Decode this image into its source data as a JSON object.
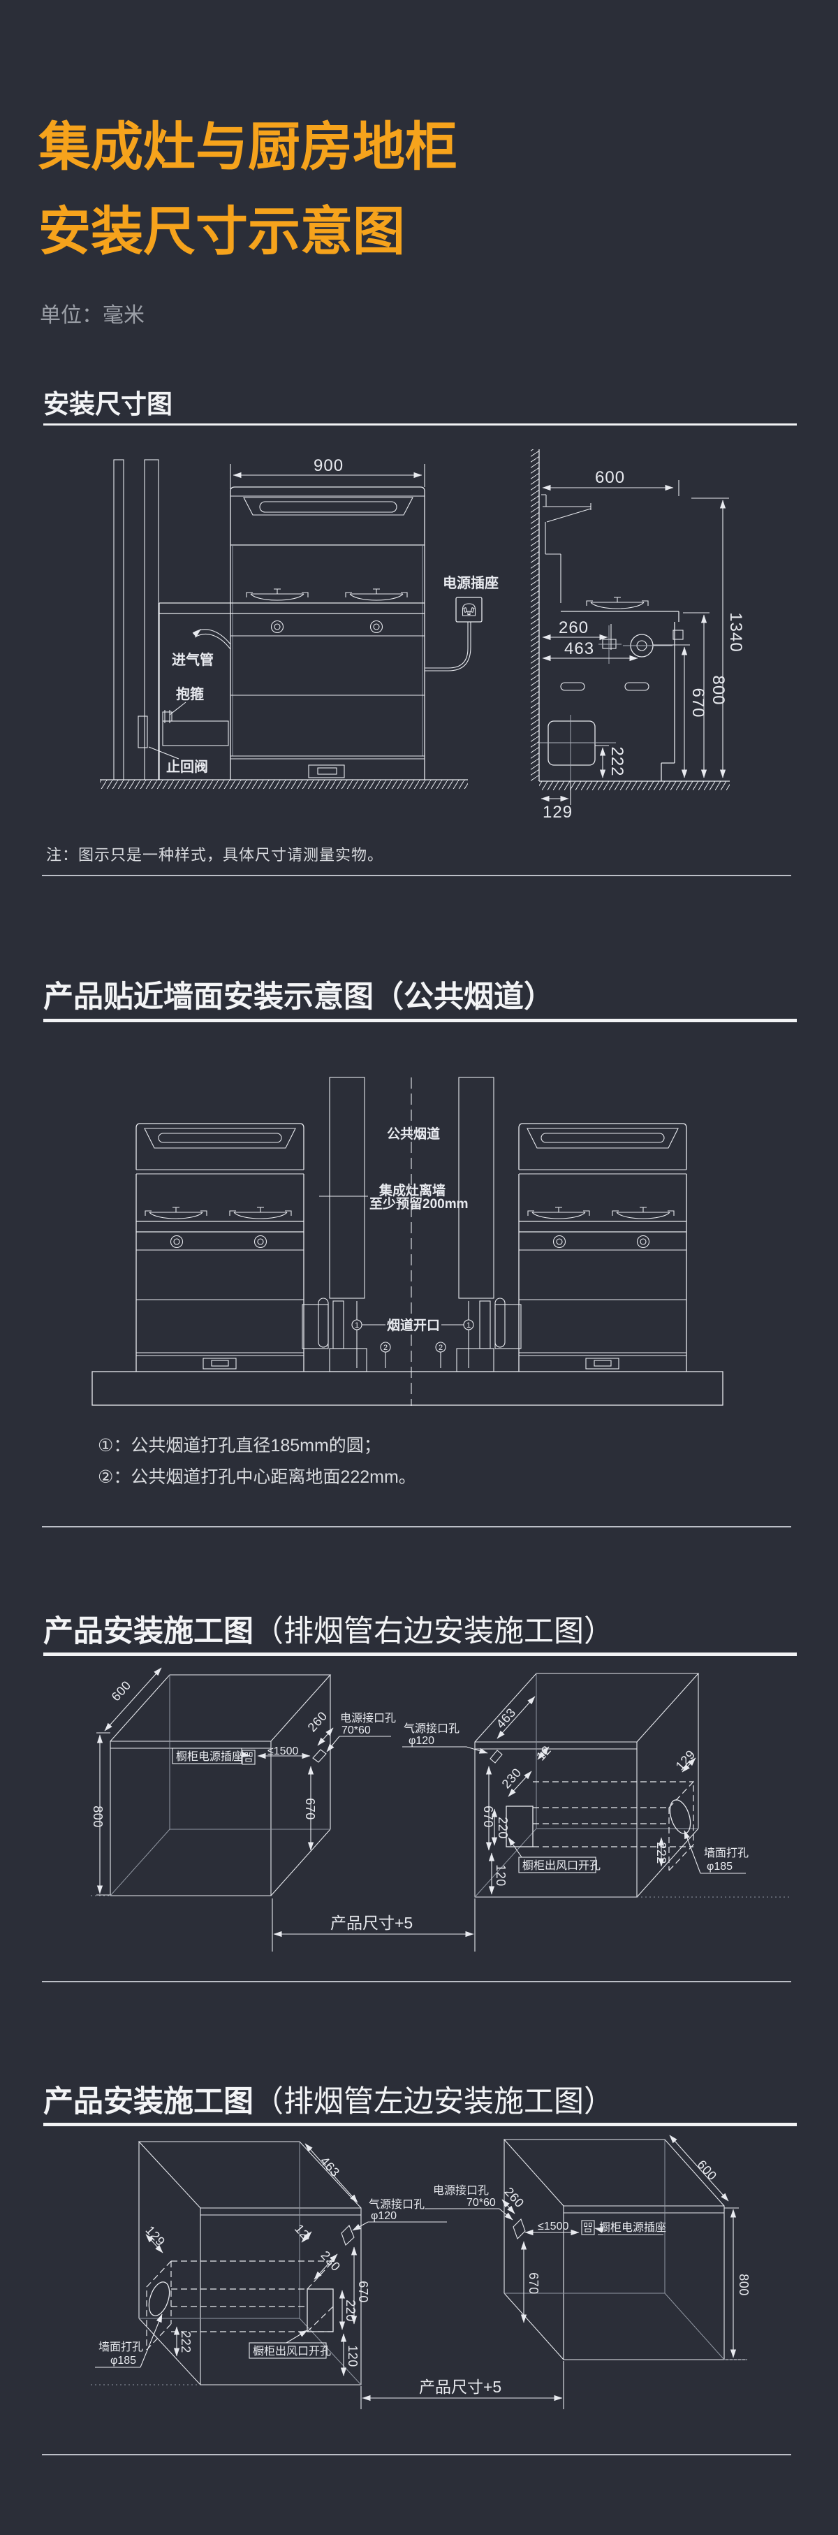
{
  "title": {
    "line1": "集成灶与厨房地柜",
    "line2": "安装尺寸示意图"
  },
  "unit_label": "单位：毫米",
  "s1": {
    "heading": "安装尺寸图",
    "note": "注：图示只是一种样式，具体尺寸请测量实物。",
    "front": {
      "width_dim": "900",
      "power_outlet": "电源插座",
      "gas_pipe": "进气管",
      "clamp": "抱箍",
      "check_valve": "止回阀"
    },
    "side": {
      "depth": "600",
      "total_h": "1340",
      "counter_h": "800",
      "flue_h": "670",
      "gas_x": "260",
      "flue_x": "463",
      "hole_h": "222",
      "wall_gap": "129"
    }
  },
  "s2": {
    "heading": "产品贴近墙面安装示意图（公共烟道）",
    "common_flue": "公共烟道",
    "clearance1": "集成灶离墙",
    "clearance2": "至少预留200mm",
    "flue_opening": "烟道开口",
    "m1": "1",
    "m2": "2",
    "note1": "①：公共烟道打孔直径185mm的圆；",
    "note2": "②：公共烟道打孔中心距离地面222mm。"
  },
  "s3": {
    "heading_bold": "产品安装施工图",
    "heading_paren": "（排烟管右边安装施工图）"
  },
  "s4": {
    "heading_bold": "产品安装施工图",
    "heading_paren": "（排烟管左边安装施工图）"
  },
  "cons": {
    "socket_label": "橱柜电源插座",
    "power_hole1": "电源接口孔",
    "power_hole2": "70*60",
    "gas_hole1": "气源接口孔",
    "gas_hole2": "φ120",
    "max_dist": "≤1500",
    "outlet_cutout": "橱柜出风口开孔",
    "wall_hole1": "墙面打孔",
    "wall_hole2": "φ185",
    "product_dim": "产品尺寸+5",
    "d600": "600",
    "d800": "800",
    "d670": "670",
    "d260": "260",
    "d463": "463",
    "d12": "12",
    "d230": "230",
    "d220": "220",
    "d120": "120",
    "d129": "129",
    "d222": "222"
  }
}
